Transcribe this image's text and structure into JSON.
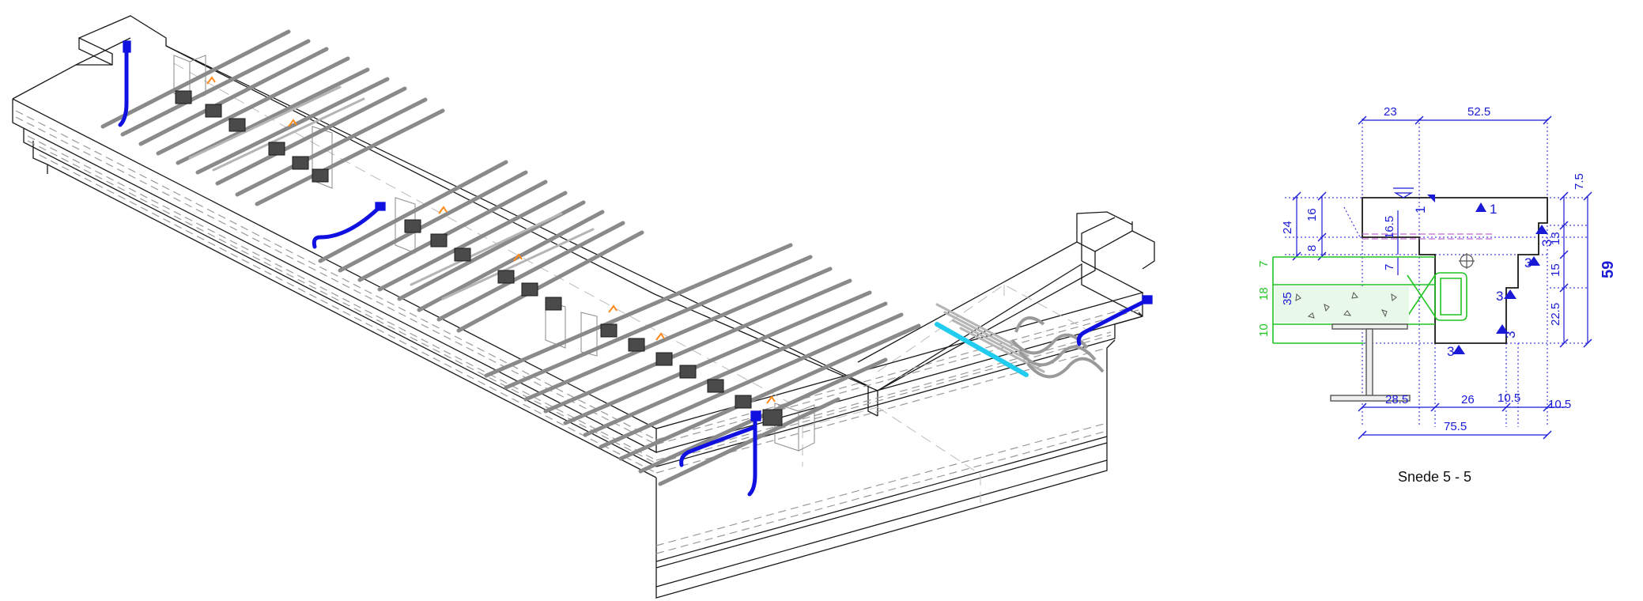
{
  "section": {
    "caption": "Snede 5 - 5",
    "top_dims": [
      "23",
      "52.5"
    ],
    "left_dims": [
      "24",
      "16",
      "8"
    ],
    "inner_dims": [
      "16.5",
      "7"
    ],
    "right_dims": [
      "7.5",
      "13",
      "15",
      "22.5"
    ],
    "total_height": "59",
    "bottom_dims": [
      "28.5",
      "26",
      "10.5",
      "10.5"
    ],
    "total_width": "75.5",
    "slab_dims": [
      "7",
      "18",
      "35",
      "10"
    ],
    "markers": [
      "1",
      "1",
      "3",
      "3",
      "3",
      "3",
      "3"
    ]
  },
  "colors": {
    "line": "#1a1a1a",
    "dimension": "#1a1ad6",
    "slab": "#22c422",
    "pipe": "#1010e0",
    "rebar": "#8a8a8a",
    "accent": "#ff8a1a",
    "highlight": "#22ccee"
  }
}
